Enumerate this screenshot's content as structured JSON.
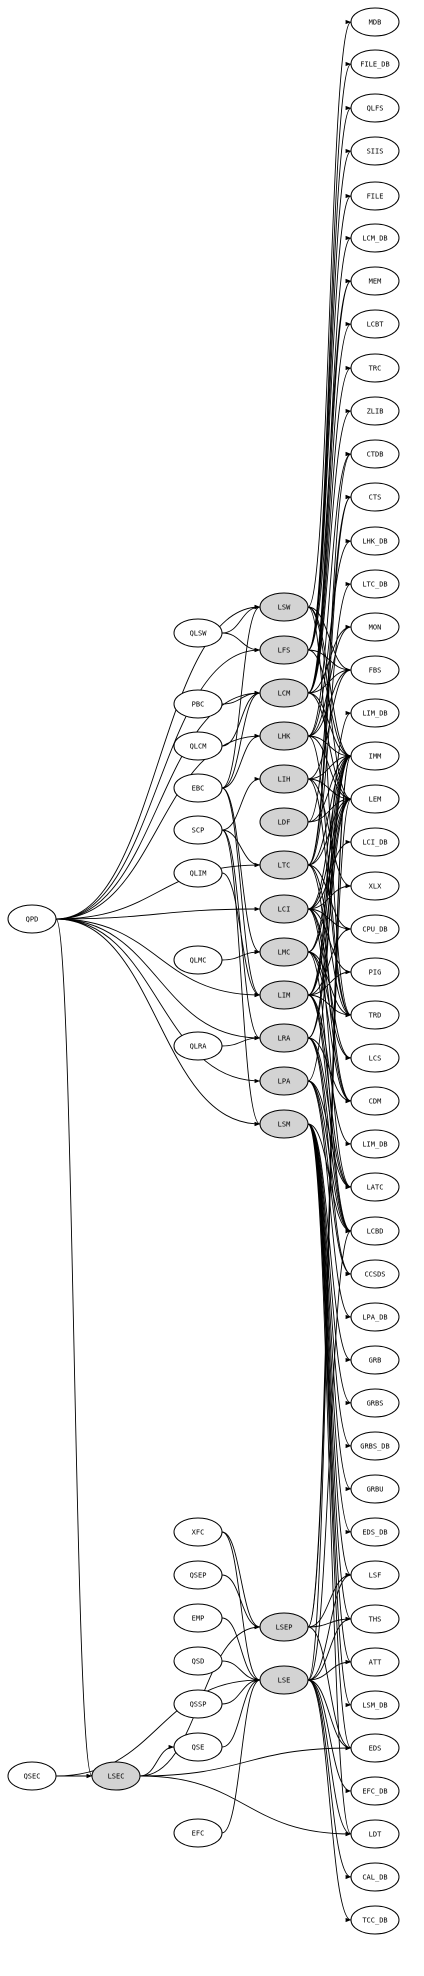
{
  "colors": {
    "background": "#ffffff",
    "plain_node_fill": "#ffffff",
    "library_node_fill": "#d3d3d3",
    "stroke": "#000000"
  },
  "nodes": [
    {
      "id": "MDB",
      "label": "MDB",
      "shaded": false
    },
    {
      "id": "FILE_DB",
      "label": "FILE_DB",
      "shaded": false
    },
    {
      "id": "QLFS",
      "label": "QLFS",
      "shaded": false
    },
    {
      "id": "SIIS",
      "label": "SIIS",
      "shaded": false
    },
    {
      "id": "FILE",
      "label": "FILE",
      "shaded": false
    },
    {
      "id": "LCM_DB",
      "label": "LCM_DB",
      "shaded": false
    },
    {
      "id": "MEM",
      "label": "MEM",
      "shaded": false
    },
    {
      "id": "LCBT",
      "label": "LCBT",
      "shaded": false
    },
    {
      "id": "TRC",
      "label": "TRC",
      "shaded": false
    },
    {
      "id": "ZLIB",
      "label": "ZLIB",
      "shaded": false
    },
    {
      "id": "CTDB",
      "label": "CTDB",
      "shaded": false
    },
    {
      "id": "CTS",
      "label": "CTS",
      "shaded": false
    },
    {
      "id": "LHK_DB",
      "label": "LHK_DB",
      "shaded": false
    },
    {
      "id": "LTC_DB",
      "label": "LTC_DB",
      "shaded": false
    },
    {
      "id": "MON",
      "label": "MON",
      "shaded": false
    },
    {
      "id": "FBS",
      "label": "FBS",
      "shaded": false
    },
    {
      "id": "LIM_DB",
      "label": "LIM_DB",
      "shaded": false
    },
    {
      "id": "IMM",
      "label": "IMM",
      "shaded": false
    },
    {
      "id": "LEM",
      "label": "LEM",
      "shaded": false
    },
    {
      "id": "LCI_DB",
      "label": "LCI_DB",
      "shaded": false
    },
    {
      "id": "XLX",
      "label": "XLX",
      "shaded": false
    },
    {
      "id": "CPU_DB",
      "label": "CPU_DB",
      "shaded": false
    },
    {
      "id": "PIG",
      "label": "PIG",
      "shaded": false
    },
    {
      "id": "TRD",
      "label": "TRD",
      "shaded": false
    },
    {
      "id": "LCS",
      "label": "LCS",
      "shaded": false
    },
    {
      "id": "CDM",
      "label": "CDM",
      "shaded": false
    },
    {
      "id": "LIM_DB2",
      "label": "LIM_DB",
      "shaded": false
    },
    {
      "id": "LATC",
      "label": "LATC",
      "shaded": false
    },
    {
      "id": "LCBD",
      "label": "LCBD",
      "shaded": false
    },
    {
      "id": "CCSDS",
      "label": "CCSDS",
      "shaded": false
    },
    {
      "id": "LPA_DB",
      "label": "LPA_DB",
      "shaded": false
    },
    {
      "id": "GRB",
      "label": "GRB",
      "shaded": false
    },
    {
      "id": "GRBS",
      "label": "GRBS",
      "shaded": false
    },
    {
      "id": "GRBS_DB",
      "label": "GRBS_DB",
      "shaded": false
    },
    {
      "id": "GRBU",
      "label": "GRBU",
      "shaded": false
    },
    {
      "id": "EDS_DB",
      "label": "EDS_DB",
      "shaded": false
    },
    {
      "id": "LSF",
      "label": "LSF",
      "shaded": false
    },
    {
      "id": "THS",
      "label": "THS",
      "shaded": false
    },
    {
      "id": "ATT",
      "label": "ATT",
      "shaded": false
    },
    {
      "id": "LSM_DB",
      "label": "LSM_DB",
      "shaded": false
    },
    {
      "id": "EDS",
      "label": "EDS",
      "shaded": false
    },
    {
      "id": "EFC_DB",
      "label": "EFC_DB",
      "shaded": false
    },
    {
      "id": "LDT",
      "label": "LDT",
      "shaded": false
    },
    {
      "id": "CAL_DB",
      "label": "CAL_DB",
      "shaded": false
    },
    {
      "id": "TCC_DB",
      "label": "TCC_DB",
      "shaded": false
    },
    {
      "id": "LSW",
      "label": "LSW",
      "shaded": true
    },
    {
      "id": "LFS",
      "label": "LFS",
      "shaded": true
    },
    {
      "id": "LCM",
      "label": "LCM",
      "shaded": true
    },
    {
      "id": "LHK",
      "label": "LHK",
      "shaded": true
    },
    {
      "id": "LIH",
      "label": "LIH",
      "shaded": true
    },
    {
      "id": "LDF",
      "label": "LDF",
      "shaded": true
    },
    {
      "id": "LTC",
      "label": "LTC",
      "shaded": true
    },
    {
      "id": "LCI",
      "label": "LCI",
      "shaded": true
    },
    {
      "id": "LMC",
      "label": "LMC",
      "shaded": true
    },
    {
      "id": "LIM",
      "label": "LIM",
      "shaded": true
    },
    {
      "id": "LRA",
      "label": "LRA",
      "shaded": true
    },
    {
      "id": "LPA",
      "label": "LPA",
      "shaded": true
    },
    {
      "id": "LSM",
      "label": "LSM",
      "shaded": true
    },
    {
      "id": "LSEP",
      "label": "LSEP",
      "shaded": true
    },
    {
      "id": "LSE",
      "label": "LSE",
      "shaded": true
    },
    {
      "id": "LSEC",
      "label": "LSEC",
      "shaded": true
    },
    {
      "id": "QLSW",
      "label": "QLSW",
      "shaded": false
    },
    {
      "id": "PBC",
      "label": "PBC",
      "shaded": false
    },
    {
      "id": "QLCM",
      "label": "QLCM",
      "shaded": false
    },
    {
      "id": "EBC",
      "label": "EBC",
      "shaded": false
    },
    {
      "id": "SCP",
      "label": "SCP",
      "shaded": false
    },
    {
      "id": "QLIM",
      "label": "QLIM",
      "shaded": false
    },
    {
      "id": "QLMC",
      "label": "QLMC",
      "shaded": false
    },
    {
      "id": "QLRA",
      "label": "QLRA",
      "shaded": false
    },
    {
      "id": "XFC",
      "label": "XFC",
      "shaded": false
    },
    {
      "id": "QSEP",
      "label": "QSEP",
      "shaded": false
    },
    {
      "id": "EMP",
      "label": "EMP",
      "shaded": false
    },
    {
      "id": "QSD",
      "label": "QSD",
      "shaded": false
    },
    {
      "id": "QSSP",
      "label": "QSSP",
      "shaded": false
    },
    {
      "id": "QSE",
      "label": "QSE",
      "shaded": false
    },
    {
      "id": "EFC",
      "label": "EFC",
      "shaded": false
    },
    {
      "id": "QPD",
      "label": "QPD",
      "shaded": false
    },
    {
      "id": "QSEC",
      "label": "QSEC",
      "shaded": false
    }
  ],
  "edges": [
    [
      "QPD",
      "LSW"
    ],
    [
      "QPD",
      "LFS"
    ],
    [
      "QPD",
      "LCM"
    ],
    [
      "QPD",
      "LHK"
    ],
    [
      "QPD",
      "LTC"
    ],
    [
      "QPD",
      "LCI"
    ],
    [
      "QPD",
      "LIM"
    ],
    [
      "QPD",
      "LRA"
    ],
    [
      "QPD",
      "LPA"
    ],
    [
      "QPD",
      "LSM"
    ],
    [
      "QPD",
      "LSEC"
    ],
    [
      "QLSW",
      "LSW"
    ],
    [
      "QLSW",
      "LFS"
    ],
    [
      "PBC",
      "LCM"
    ],
    [
      "QLCM",
      "LCM"
    ],
    [
      "EBC",
      "LSW"
    ],
    [
      "EBC",
      "LCM"
    ],
    [
      "EBC",
      "LHK"
    ],
    [
      "EBC",
      "LMC"
    ],
    [
      "EBC",
      "LIM"
    ],
    [
      "SCP",
      "LIH"
    ],
    [
      "SCP",
      "LTC"
    ],
    [
      "SCP",
      "LRA"
    ],
    [
      "SCP",
      "LSM"
    ],
    [
      "QLIM",
      "LIM"
    ],
    [
      "QLMC",
      "LMC"
    ],
    [
      "QLRA",
      "LRA"
    ],
    [
      "XFC",
      "LSEP"
    ],
    [
      "XFC",
      "LSE"
    ],
    [
      "QSEP",
      "LSEP"
    ],
    [
      "EMP",
      "LSE"
    ],
    [
      "QSD",
      "LSE"
    ],
    [
      "QSSP",
      "LSE"
    ],
    [
      "QSE",
      "LSE"
    ],
    [
      "EFC",
      "LSE"
    ],
    [
      "QSEC",
      "LSEC"
    ],
    [
      "QSEC",
      "LSE"
    ],
    [
      "LSEC",
      "QSE"
    ],
    [
      "LSEC",
      "LSEP"
    ],
    [
      "LSEC",
      "EDS"
    ],
    [
      "LSEC",
      "LDT"
    ],
    [
      "LSW",
      "MDB"
    ],
    [
      "LSW",
      "IMM"
    ],
    [
      "LSW",
      "LEM"
    ],
    [
      "LSW",
      "FBS"
    ],
    [
      "LSW",
      "TRD"
    ],
    [
      "LFS",
      "FILE_DB"
    ],
    [
      "LFS",
      "QLFS"
    ],
    [
      "LFS",
      "SIIS"
    ],
    [
      "LFS",
      "FILE"
    ],
    [
      "LFS",
      "MEM"
    ],
    [
      "LFS",
      "IMM"
    ],
    [
      "LFS",
      "FBS"
    ],
    [
      "LCM",
      "LCM_DB"
    ],
    [
      "LCM",
      "MEM"
    ],
    [
      "LCM",
      "LCBT"
    ],
    [
      "LCM",
      "TRC"
    ],
    [
      "LCM",
      "ZLIB"
    ],
    [
      "LCM",
      "MON"
    ],
    [
      "LCM",
      "IMM"
    ],
    [
      "LCM",
      "LEM"
    ],
    [
      "LCM",
      "FBS"
    ],
    [
      "LHK",
      "LHK_DB"
    ],
    [
      "LHK",
      "MON"
    ],
    [
      "LHK",
      "IMM"
    ],
    [
      "LHK",
      "LEM"
    ],
    [
      "LHK",
      "FBS"
    ],
    [
      "LHK",
      "CTDB"
    ],
    [
      "LHK",
      "TRD"
    ],
    [
      "LIH",
      "LEM"
    ],
    [
      "LIH",
      "IMM"
    ],
    [
      "LIH",
      "FBS"
    ],
    [
      "LIH",
      "TRD"
    ],
    [
      "LIH",
      "XLX"
    ],
    [
      "LDF",
      "LEM"
    ],
    [
      "LDF",
      "IMM"
    ],
    [
      "LDF",
      "CTS"
    ],
    [
      "LTC",
      "LTC_DB"
    ],
    [
      "LTC",
      "CTDB"
    ],
    [
      "LTC",
      "CTS"
    ],
    [
      "LTC",
      "IMM"
    ],
    [
      "LTC",
      "LEM"
    ],
    [
      "LTC",
      "CPU_DB"
    ],
    [
      "LTC",
      "TRD"
    ],
    [
      "LTC",
      "CDM"
    ],
    [
      "LCI",
      "LCI_DB"
    ],
    [
      "LCI",
      "IMM"
    ],
    [
      "LCI",
      "LEM"
    ],
    [
      "LCI",
      "XLX"
    ],
    [
      "LCI",
      "CPU_DB"
    ],
    [
      "LCI",
      "PIG"
    ],
    [
      "LCI",
      "LCS"
    ],
    [
      "LCI",
      "CDM"
    ],
    [
      "LCI",
      "LATC"
    ],
    [
      "LMC",
      "IMM"
    ],
    [
      "LMC",
      "LEM"
    ],
    [
      "LMC",
      "TRD"
    ],
    [
      "LMC",
      "LCS"
    ],
    [
      "LMC",
      "CDM"
    ],
    [
      "LMC",
      "LCBD"
    ],
    [
      "LIM",
      "LIM_DB"
    ],
    [
      "LIM",
      "LIM_DB2"
    ],
    [
      "LIM",
      "IMM"
    ],
    [
      "LIM",
      "LEM"
    ],
    [
      "LIM",
      "CPU_DB"
    ],
    [
      "LIM",
      "PIG"
    ],
    [
      "LIM",
      "TRD"
    ],
    [
      "LIM",
      "LATC"
    ],
    [
      "LIM",
      "LCBD"
    ],
    [
      "LRA",
      "IMM"
    ],
    [
      "LRA",
      "LEM"
    ],
    [
      "LRA",
      "CDM"
    ],
    [
      "LRA",
      "LATC"
    ],
    [
      "LRA",
      "LCBD"
    ],
    [
      "LRA",
      "CCSDS"
    ],
    [
      "LPA",
      "LPA_DB"
    ],
    [
      "LPA",
      "IMM"
    ],
    [
      "LPA",
      "LATC"
    ],
    [
      "LPA",
      "LCBD"
    ],
    [
      "LPA",
      "CCSDS"
    ],
    [
      "LSM",
      "LSM_DB"
    ],
    [
      "LSM",
      "LCBD"
    ],
    [
      "LSM",
      "GRB"
    ],
    [
      "LSM",
      "GRBS"
    ],
    [
      "LSM",
      "GRBS_DB"
    ],
    [
      "LSM",
      "GRBU"
    ],
    [
      "LSM",
      "EDS_DB"
    ],
    [
      "LSM",
      "LSF"
    ],
    [
      "LSM",
      "THS"
    ],
    [
      "LSM",
      "ATT"
    ],
    [
      "LSM",
      "EDS"
    ],
    [
      "LSM",
      "LDT"
    ],
    [
      "LSEP",
      "LSF"
    ],
    [
      "LSEP",
      "THS"
    ],
    [
      "LSEP",
      "EDS"
    ],
    [
      "LSEP",
      "IMM"
    ],
    [
      "LSEP",
      "LEM"
    ],
    [
      "LSE",
      "LSF"
    ],
    [
      "LSE",
      "THS"
    ],
    [
      "LSE",
      "ATT"
    ],
    [
      "LSE",
      "EDS"
    ],
    [
      "LSE",
      "EFC_DB"
    ],
    [
      "LSE",
      "LDT"
    ],
    [
      "LSE",
      "CAL_DB"
    ],
    [
      "LSE",
      "TCC_DB"
    ],
    [
      "LSE",
      "LCBD"
    ],
    [
      "LSE",
      "IMM"
    ]
  ]
}
